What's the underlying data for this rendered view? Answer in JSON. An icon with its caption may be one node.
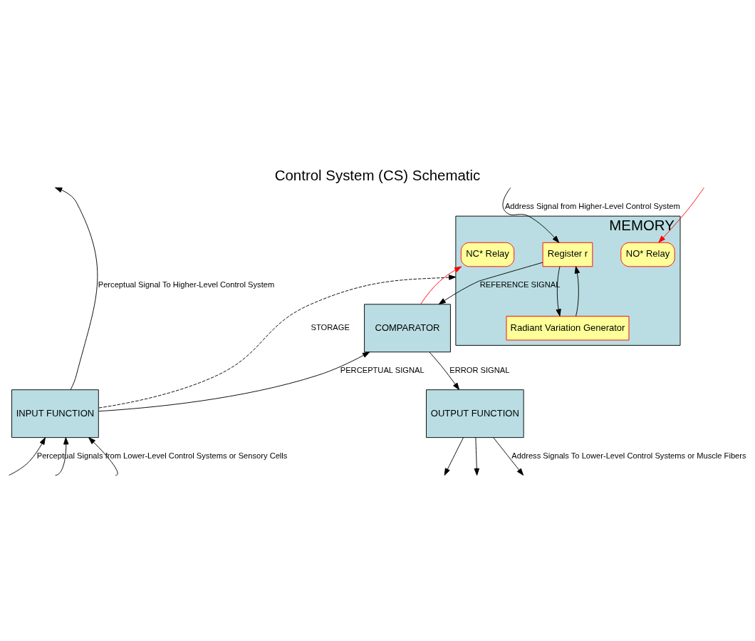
{
  "diagram": {
    "title": "Control System (CS) Schematic",
    "nodes": [
      {
        "text": [
          "MEMORY"
        ]
      },
      {
        "text": [
          "Register r"
        ],
        "in": 0
      },
      {
        "text": [
          "NO* Relay"
        ],
        "in": 0
      },
      {
        "text": [
          "NC* Relay"
        ],
        "in": 0
      },
      {
        "text": [
          "Radiant Variation Generator"
        ],
        "in": 0
      },
      {
        "text": [
          "COMPARATOR"
        ]
      },
      {
        "text": [
          "INPUT FUNCTION"
        ]
      },
      {
        "text": [
          "OUTPUT FUNCTION"
        ]
      }
    ],
    "edges": [
      {
        "from": null,
        "to": 1,
        "arrow": "to",
        "label": "Address Signal from Higher-Level Control System"
      },
      {
        "from": null,
        "to": 2,
        "arrow": "to",
        "color": "#ff0000"
      },
      {
        "from": 1,
        "to": 4,
        "arrow": "to"
      },
      {
        "from": 4,
        "to": 1,
        "arrow": "to"
      },
      {
        "from": 1,
        "to": 5,
        "arrow": "to",
        "label": "REFERENCE SIGNAL"
      },
      {
        "from": 6,
        "to": null,
        "arrow": "to",
        "label": "Perceptual Signal To Higher-Level Control System"
      },
      {
        "from": 6,
        "to": 0,
        "arrow": "to",
        "style": "dashed",
        "label": "STORAGE"
      },
      {
        "from": 6,
        "to": 5,
        "arrow": "to",
        "label": "PERCEPTUAL SIGNAL"
      },
      {
        "from": 5,
        "to": 7,
        "arrow": "to",
        "label": "ERROR SIGNAL"
      },
      {
        "from": 5,
        "to": 3,
        "arrow": "to",
        "color": "#ff0000"
      },
      {
        "from": null,
        "to": 6,
        "arrow": "to",
        "label": "Perceptual Signals from Lower-Level Control Systems or Sensory Cells"
      },
      {
        "from": null,
        "to": 6,
        "arrow": "to"
      },
      {
        "from": null,
        "to": 6,
        "arrow": "to"
      },
      {
        "from": 7,
        "to": null,
        "arrow": "to",
        "label": "Address Signals To Lower-Level Control Systems or Muscle Fibers"
      },
      {
        "from": 7,
        "to": null,
        "arrow": "to"
      },
      {
        "from": 7,
        "to": null,
        "arrow": "to"
      }
    ]
  }
}
